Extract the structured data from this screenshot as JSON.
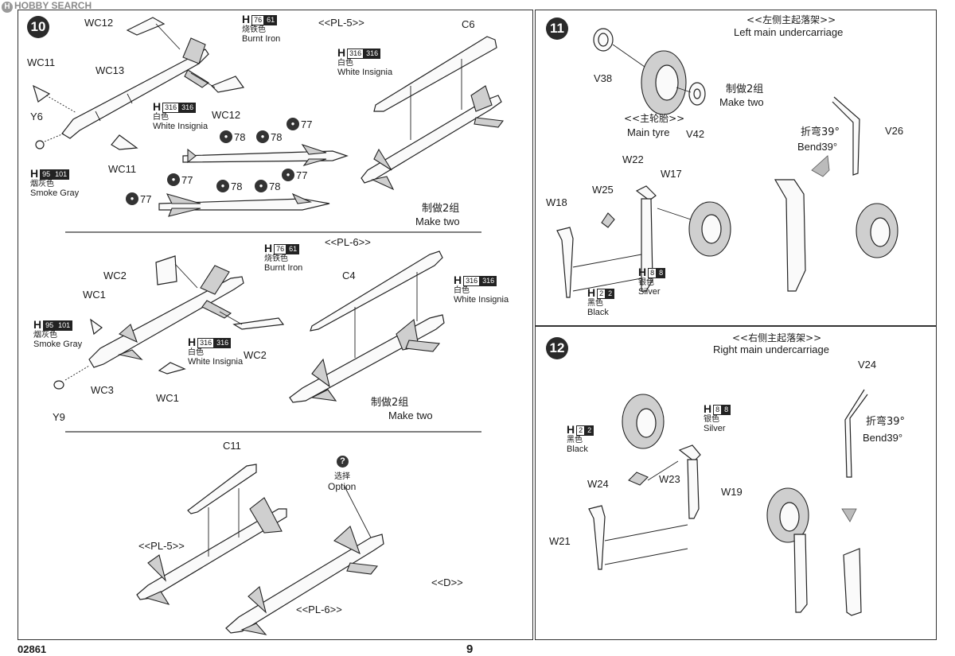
{
  "watermark": "HOBBY SEARCH",
  "footer": {
    "code": "02861",
    "page": "9"
  },
  "steps": {
    "s10": "10",
    "s11": "11",
    "s12": "12"
  },
  "paints": {
    "burnt_iron": {
      "h": "H",
      "codes": [
        "76",
        "61"
      ],
      "cn": "烧铁色",
      "en": "Burnt Iron"
    },
    "white": {
      "h": "H",
      "codes": [
        "316",
        "316"
      ],
      "cn": "白色",
      "en": "White Insignia"
    },
    "smoke_gray": {
      "h": "H",
      "codes": [
        "95",
        "101"
      ],
      "cn": "烟灰色",
      "en": "Smoke Gray"
    },
    "black": {
      "h": "H",
      "codes": [
        "2",
        "2"
      ],
      "cn": "黑色",
      "en": "Black"
    },
    "silver": {
      "h": "H",
      "codes": [
        "8",
        "8"
      ],
      "cn": "银色",
      "en": "Silver"
    }
  },
  "step10": {
    "pl5_title": "<<PL-5>>",
    "pl6_title": "<<PL-6>>",
    "make_two_cn": "制做2组",
    "make_two_en": "Make two",
    "decals": [
      "78",
      "78",
      "77",
      "77",
      "78",
      "78",
      "77",
      "77"
    ],
    "parts": {
      "wc12a": "WC12",
      "wc12b": "WC12",
      "wc11a": "WC11",
      "wc11b": "WC11",
      "wc13": "WC13",
      "y6": "Y6",
      "c6": "C6",
      "wc2a": "WC2",
      "wc2b": "WC2",
      "wc1a": "WC1",
      "wc1b": "WC1",
      "wc3": "WC3",
      "y9": "Y9",
      "c4": "C4",
      "c11": "C11"
    },
    "option_mark": "?",
    "option_cn": "选择",
    "option_en": "Option",
    "pl5_label": "<<PL-5>>",
    "pl6_label": "<<PL-6>>",
    "d_label": "<<D>>"
  },
  "step11": {
    "title_cn": "<<左侧主起落架>>",
    "title_en": "Left main undercarriage",
    "tyre_cn": "<<主轮胎>>",
    "tyre_en": "Main tyre",
    "make_two_cn": "制做2组",
    "make_two_en": "Make two",
    "bend_cn": "折弯39°",
    "bend_en": "Bend39°",
    "parts": {
      "v38": "V38",
      "v42": "V42",
      "v26": "V26",
      "w22": "W22",
      "w17": "W17",
      "w25": "W25",
      "w18": "W18"
    }
  },
  "step12": {
    "title_cn": "<<右侧主起落架>>",
    "title_en": "Right main undercarriage",
    "bend_cn": "折弯39°",
    "bend_en": "Bend39°",
    "parts": {
      "v24": "V24",
      "w24": "W24",
      "w23": "W23",
      "w19": "W19",
      "w21": "W21"
    }
  }
}
